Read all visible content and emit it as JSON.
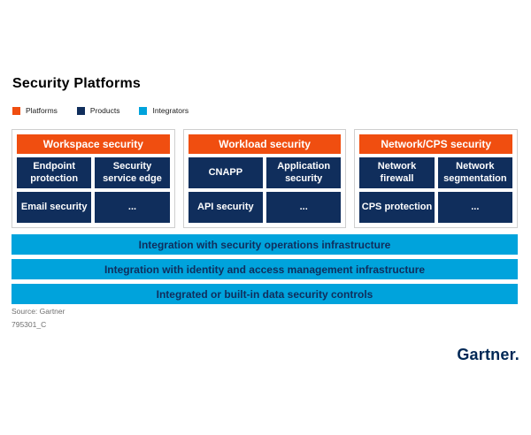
{
  "title": "Security Platforms",
  "legend": [
    {
      "label": "Platforms",
      "color": "#F04E10"
    },
    {
      "label": "Products",
      "color": "#102E5C"
    },
    {
      "label": "Integrators",
      "color": "#00A3DC"
    }
  ],
  "colors": {
    "platform": "#F04E10",
    "product": "#102E5C",
    "integrator": "#00A3DC",
    "logo_navy": "#002856"
  },
  "platforms": [
    {
      "header": "Workspace security",
      "products": [
        "Endpoint protection",
        "Security service edge",
        "Email security",
        "..."
      ]
    },
    {
      "header": "Workload security",
      "products": [
        "CNAPP",
        "Application security",
        "API security",
        "..."
      ]
    },
    {
      "header": "Network/CPS security",
      "products": [
        "Network firewall",
        "Network segmentation",
        "CPS protection",
        "..."
      ]
    }
  ],
  "integrators": [
    "Integration with security operations infrastructure",
    "Integration with identity and access management infrastructure",
    "Integrated or built-in data security controls"
  ],
  "source_line": "Source: Gartner",
  "doc_id": "795301_C",
  "logo": "Gartner."
}
